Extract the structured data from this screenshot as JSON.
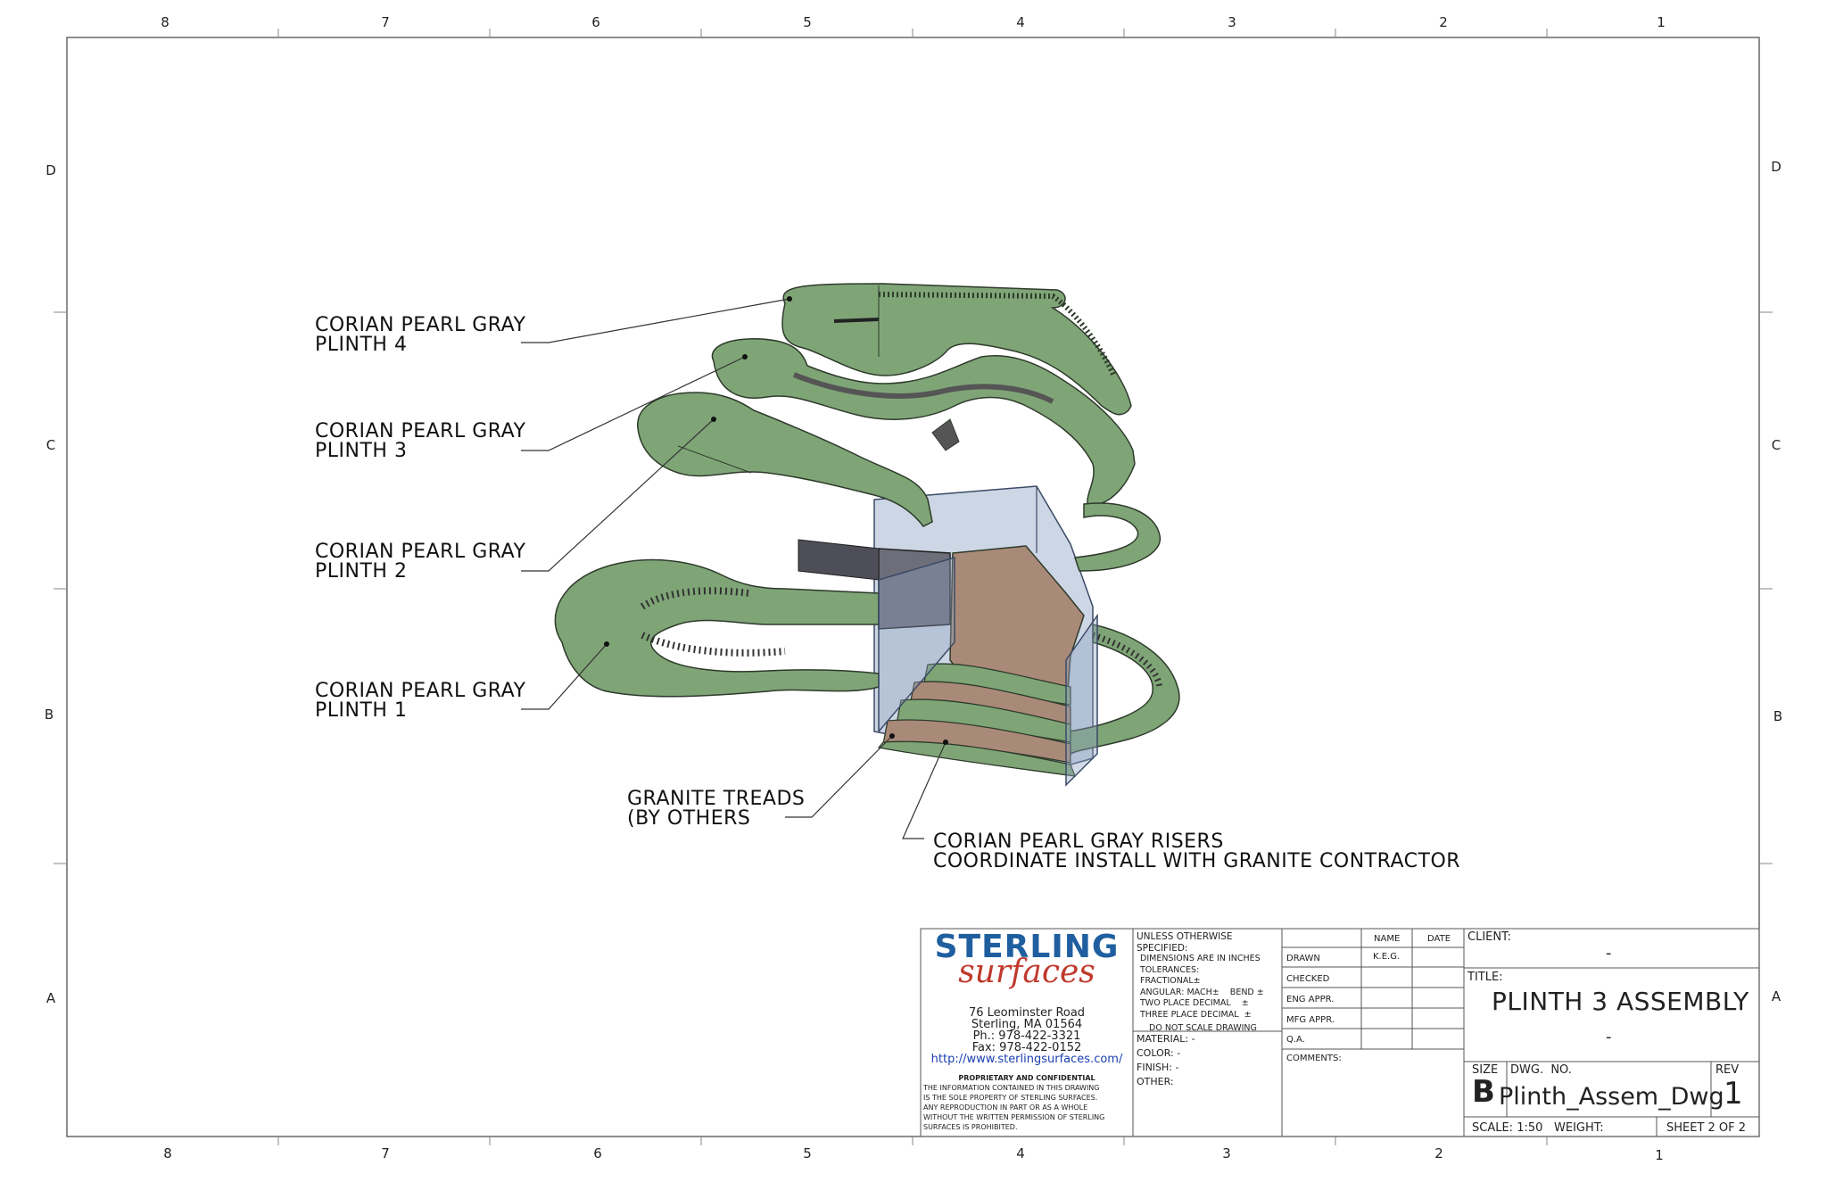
{
  "border": {
    "top_numbers": [
      "8",
      "7",
      "6",
      "5",
      "4",
      "3",
      "2",
      "1"
    ],
    "bottom_numbers": [
      "8",
      "7",
      "6",
      "5",
      "4",
      "3",
      "2",
      "1"
    ],
    "left_letters": [
      "D",
      "C",
      "B",
      "A"
    ],
    "right_letters": [
      "D",
      "C",
      "B",
      "A"
    ]
  },
  "callouts": {
    "plinth4": {
      "line1": "CORIAN PEARL GRAY",
      "line2": "PLINTH 4"
    },
    "plinth3": {
      "line1": "CORIAN PEARL GRAY",
      "line2": "PLINTH 3"
    },
    "plinth2": {
      "line1": "CORIAN PEARL GRAY",
      "line2": "PLINTH 2"
    },
    "plinth1": {
      "line1": "CORIAN PEARL GRAY",
      "line2": "PLINTH 1"
    },
    "treads": {
      "line1": "GRANITE TREADS",
      "line2": "(BY OTHERS"
    },
    "risers": {
      "line1": "CORIAN PEARL GRAY RISERS",
      "line2": "COORDINATE INSTALL WITH GRANITE CONTRACTOR"
    }
  },
  "company": {
    "name_top": "STERLING",
    "name_bottom": "surfaces",
    "address1": "76 Leominster Road",
    "address2": "Sterling, MA 01564",
    "phone": "Ph.: 978-422-3321",
    "fax": "Fax: 978-422-0152",
    "url": "http://www.sterlingsurfaces.com/",
    "proprietary_title": "PROPRIETARY AND CONFIDENTIAL",
    "proprietary_lines": [
      "THE INFORMATION CONTAINED IN THIS DRAWING",
      "IS THE SOLE PROPERTY OF STERLING SURFACES.",
      "ANY REPRODUCTION IN PART OR AS A WHOLE",
      "WITHOUT THE WRITTEN PERMISSION OF STERLING",
      "SURFACES IS PROHIBITED."
    ]
  },
  "tolerances": {
    "header": "UNLESS OTHERWISE SPECIFIED:",
    "line1": "DIMENSIONS ARE IN INCHES",
    "line2": "TOLERANCES:",
    "line3": "FRACTIONAL±",
    "line4": "ANGULAR: MACH±    BEND ±",
    "line5": "TWO PLACE DECIMAL    ±",
    "line6": "THREE PLACE DECIMAL  ±",
    "no_scale": "DO NOT SCALE DRAWING",
    "material": "MATERIAL: -",
    "color": "COLOR: -",
    "finish": "FINISH: -",
    "other": "OTHER:"
  },
  "approvals": {
    "name_header": "NAME",
    "date_header": "DATE",
    "rows": [
      {
        "label": "DRAWN",
        "name": "K.E.G.",
        "date": ""
      },
      {
        "label": "CHECKED",
        "name": "",
        "date": ""
      },
      {
        "label": "ENG APPR.",
        "name": "",
        "date": ""
      },
      {
        "label": "MFG APPR.",
        "name": "",
        "date": ""
      },
      {
        "label": "Q.A.",
        "name": "",
        "date": ""
      }
    ],
    "comments": "COMMENTS:"
  },
  "title_block": {
    "client_label": "CLIENT:",
    "client_value": "-",
    "title_label": "TITLE:",
    "title": "PLINTH 3 ASSEMBLY",
    "title_sub": "-",
    "size_label": "SIZE",
    "size_value": "B",
    "dwg_label": "DWG.  NO.",
    "dwg_value": "Plinth_Assem_Dwg",
    "rev_label": "REV",
    "rev_value": "1",
    "scale": "SCALE: 1:50",
    "weight": "WEIGHT:",
    "sheet": "SHEET 2 OF 2"
  },
  "colors": {
    "plinth_green": "#7fa577",
    "plinth_edge": "#5d8755",
    "granite_tan": "#a98a78",
    "glass_blue": "#8fa3c4",
    "logo_blue": "#1f5fa0",
    "logo_red": "#c0392b",
    "url_blue": "#1a3fb0"
  }
}
